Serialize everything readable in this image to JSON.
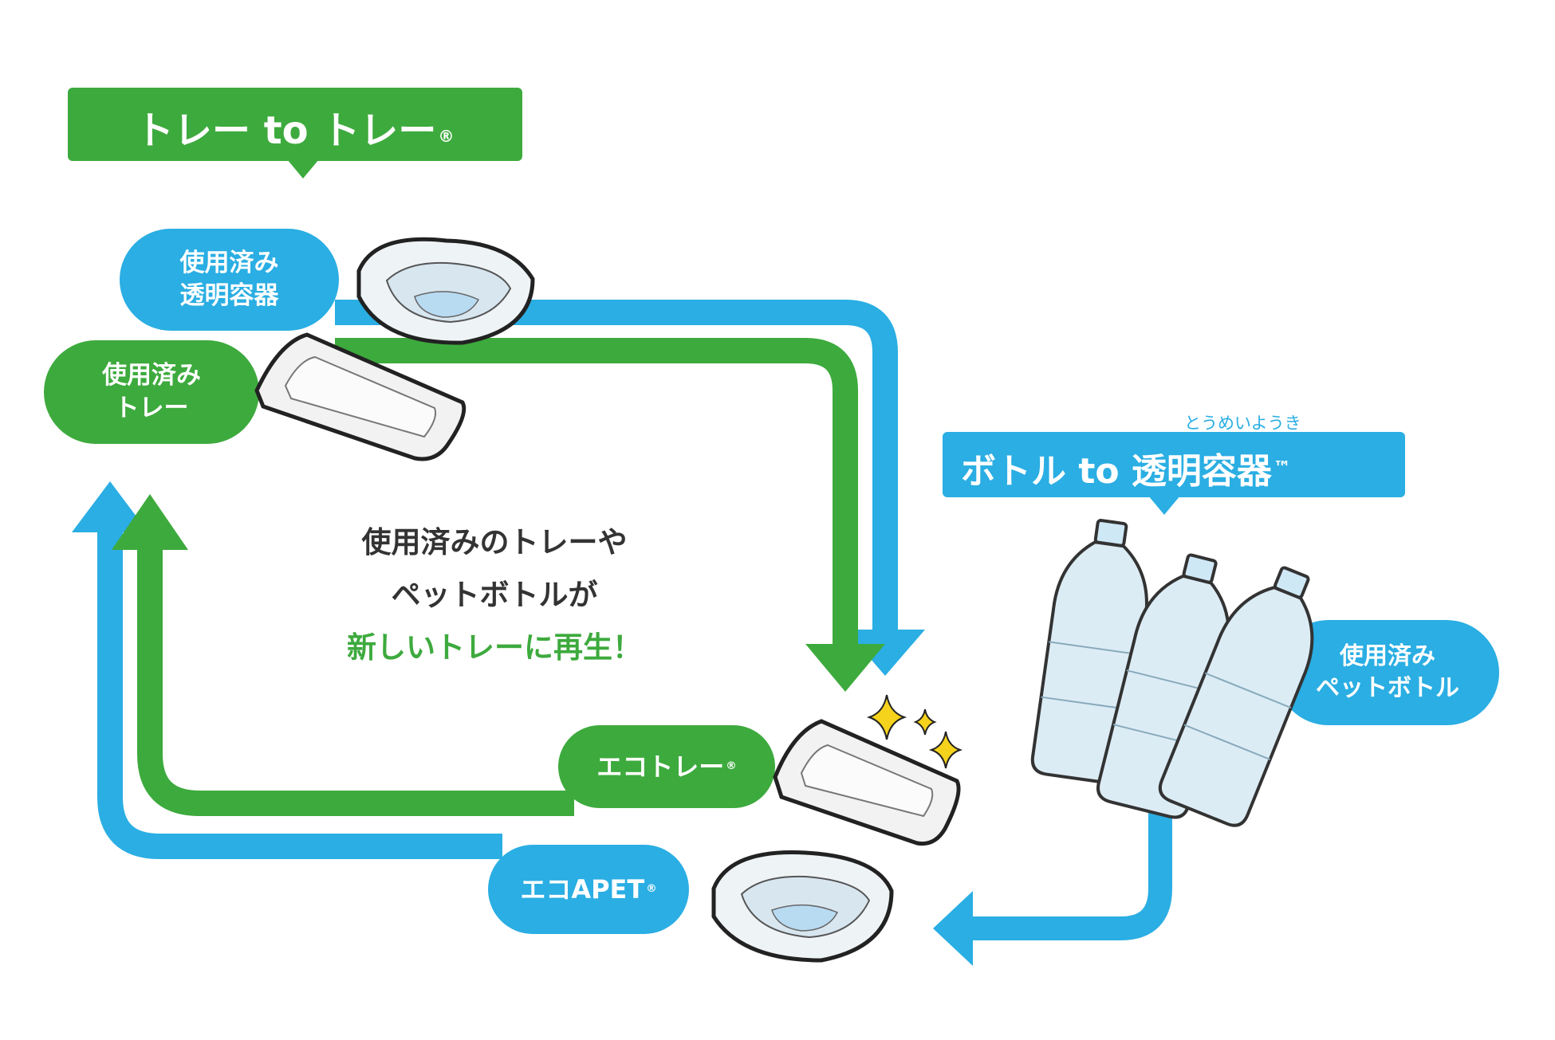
{
  "colors": {
    "green": "#3daa3d",
    "blue": "#2aaee3",
    "dark_text": "#333333",
    "white": "#ffffff"
  },
  "callouts": {
    "tray_to_tray": {
      "text": "トレー to トレー",
      "mark": "®"
    },
    "bottle_to_container": {
      "ruby": "とうめいようき",
      "text": "ボトル to 透明容器",
      "mark": "™"
    }
  },
  "labels": {
    "used_container": [
      "使用済み",
      "透明容器"
    ],
    "used_tray": [
      "使用済み",
      "トレー"
    ],
    "used_bottle": [
      "使用済み",
      "ペットボトル"
    ],
    "eco_tray": {
      "text": "エコトレー",
      "mark": "®"
    },
    "eco_apet": {
      "text": "エコAPET",
      "mark": "®"
    }
  },
  "center_message": {
    "line1": "使用済みのトレーや",
    "line2": "ペットボトルが",
    "line3": "新しいトレーに再生！"
  },
  "icons": [
    "clear-bowl-icon",
    "tray-icon",
    "pet-bottle-icon",
    "sparkle-icon",
    "arrow-head-icon"
  ]
}
